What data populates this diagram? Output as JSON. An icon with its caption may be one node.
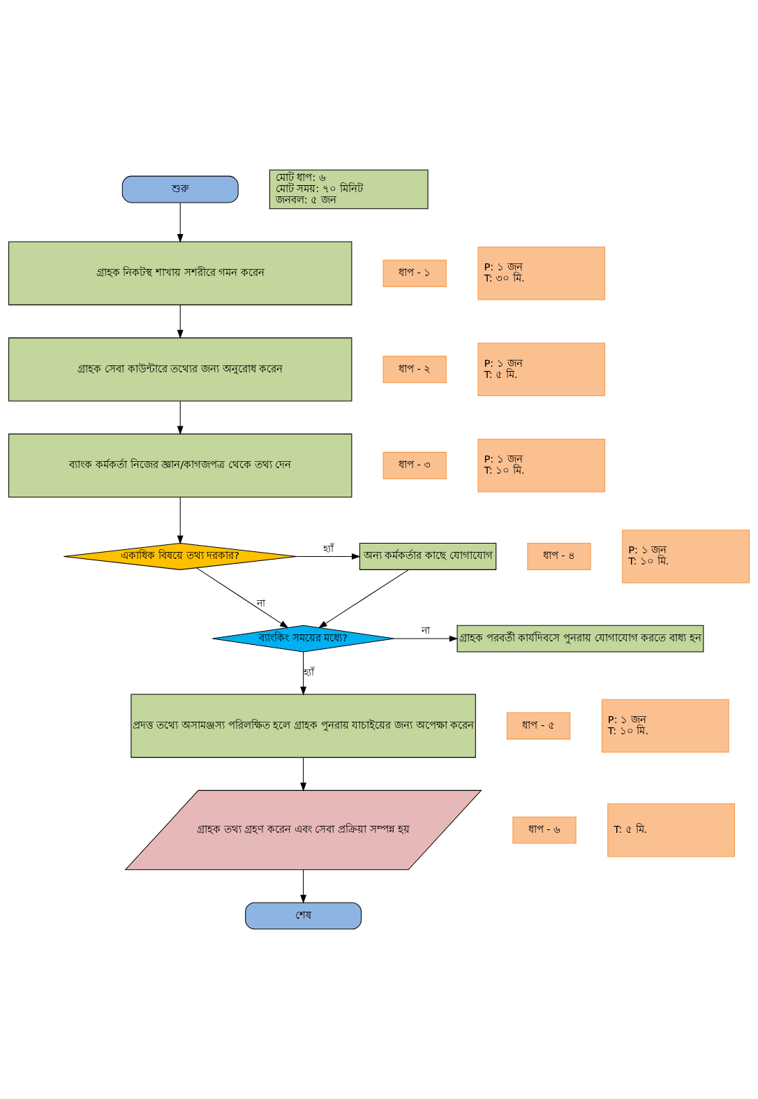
{
  "diagram": {
    "nodes": [
      {
        "text": [
          "শুরু"
        ]
      },
      {
        "text": [
          "গ্রাহক নিকটস্থ শাখায় সশরীরে গমন করেন"
        ]
      },
      {
        "text": [
          "গ্রাহক সেবা কাউন্টারে তথ্যের জন্য অনুরোধ করেন"
        ]
      },
      {
        "text": [
          "ব্যাংক কর্মকর্তা নিজের জ্ঞান/কাগজপত্র থেকে তথ্য দেন"
        ]
      },
      {
        "text": [
          "একাধিক বিষয়ে তথ্য দরকার?"
        ]
      },
      {
        "text": [
          "অন্য কর্মকর্তার কাছে যোগাযোগ"
        ]
      },
      {
        "text": [
          "ব্যাংকিং সময়ের মধ্যে?"
        ]
      },
      {
        "text": [
          "গ্রাহক পরবর্তী কার্যদিবসে পুনরায় যোগাযোগ করতে বাধ্য হন"
        ]
      },
      {
        "text": [
          "প্রদত্ত তথ্যে অসামঞ্জস্য পরিলক্ষিত হলে গ্রাহক পুনরায় যাচাইয়ের জন্য অপেক্ষা করেন"
        ]
      },
      {
        "text": [
          "গ্রাহক তথ্য গ্রহণ করেন এবং সেবা প্রক্রিয়া সম্পন্ন হয়"
        ]
      },
      {
        "text": [
          "শেষ"
        ]
      },
      {
        "text": [
          "মোট ধাপ: ৬",
          "মোট সময়: ৭০ মিনিট",
          "জনবল: ৫ জন"
        ]
      },
      {
        "text": [
          "ধাপ - ১"
        ]
      },
      {
        "text": [
          "ধাপ - ২"
        ]
      },
      {
        "text": [
          "ধাপ - ৩"
        ]
      },
      {
        "text": [
          "ধাপ - ৪"
        ]
      },
      {
        "text": [
          "ধাপ - ৫"
        ]
      },
      {
        "text": [
          "ধাপ - ৬"
        ]
      },
      {
        "text": [
          "P: ১ জন",
          "T: ৩০ মি."
        ]
      },
      {
        "text": [
          "P: ১ জন",
          "T: ৫ মি."
        ]
      },
      {
        "text": [
          "P: ১ জন",
          "T: ১০ মি."
        ]
      },
      {
        "text": [
          "P: ১ জন",
          "T: ১০ মি."
        ]
      },
      {
        "text": [
          "P: ১ জন",
          "T: ১০ মি."
        ]
      },
      {
        "text": [
          "T: ৫ মি."
        ]
      }
    ],
    "edges": [
      {
        "from": 0,
        "to": 1,
        "arrow": "to"
      },
      {
        "from": 1,
        "to": 2,
        "arrow": "to"
      },
      {
        "from": 2,
        "to": 3,
        "arrow": "to"
      },
      {
        "from": 3,
        "to": 4,
        "arrow": "to"
      },
      {
        "from": 4,
        "to": 5,
        "arrow": "to",
        "label": "হ্যাঁ"
      },
      {
        "from": 4,
        "to": 6,
        "arrow": "to",
        "label": "না"
      },
      {
        "from": 5,
        "to": 6,
        "arrow": "to"
      },
      {
        "from": 6,
        "to": 7,
        "arrow": "to",
        "label": "না"
      },
      {
        "from": 6,
        "to": 8,
        "arrow": "to",
        "label": "হ্যাঁ"
      },
      {
        "from": 8,
        "to": 9,
        "arrow": "to"
      },
      {
        "from": 9,
        "to": 10,
        "arrow": "to"
      }
    ]
  }
}
